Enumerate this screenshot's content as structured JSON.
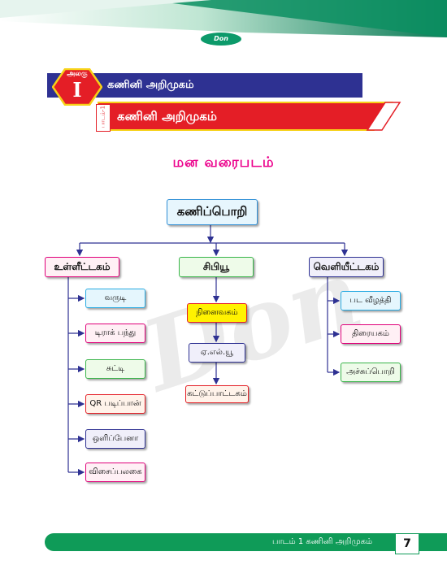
{
  "header": {
    "logo_text": "Don"
  },
  "unit": {
    "label": "அலகு",
    "number": "I",
    "title": "கணினி அறிமுகம்"
  },
  "lesson": {
    "tag": "பாடம்-1",
    "title": "கணினி அறிமுகம்"
  },
  "heading": "மன வரைபடம்",
  "watermark": "Don",
  "mind_map": {
    "root": "கணிப்பொறி",
    "branches": [
      {
        "label": "உள்ளீட்டகம்",
        "children": [
          "வருடி",
          "டிராக் பந்து",
          "சுட்டி",
          "QR படிப்பான்",
          "ஒளிப்பேனா",
          "விசைப்பலகை"
        ]
      },
      {
        "label": "சிபியூ",
        "children": [
          "நினைவகம்",
          "ஏ.எல்.யூ",
          "கட்டுப்பாட்டகம்"
        ]
      },
      {
        "label": "வெளியீட்டகம்",
        "children": [
          "பட வீழத்தி",
          "திரையகம்",
          "அச்சுப்பொறி"
        ]
      }
    ]
  },
  "footer": {
    "text": "பாடம் 1 கணினி அறிமுகம்",
    "page_number": "7"
  },
  "colors": {
    "banner_green": "#0c9a6a",
    "unit_blue": "#2e3192",
    "lesson_red": "#e41e26",
    "heading_magenta": "#ec008c",
    "connector_blue": "#2e3192",
    "footer_green": "#0f9b58"
  }
}
